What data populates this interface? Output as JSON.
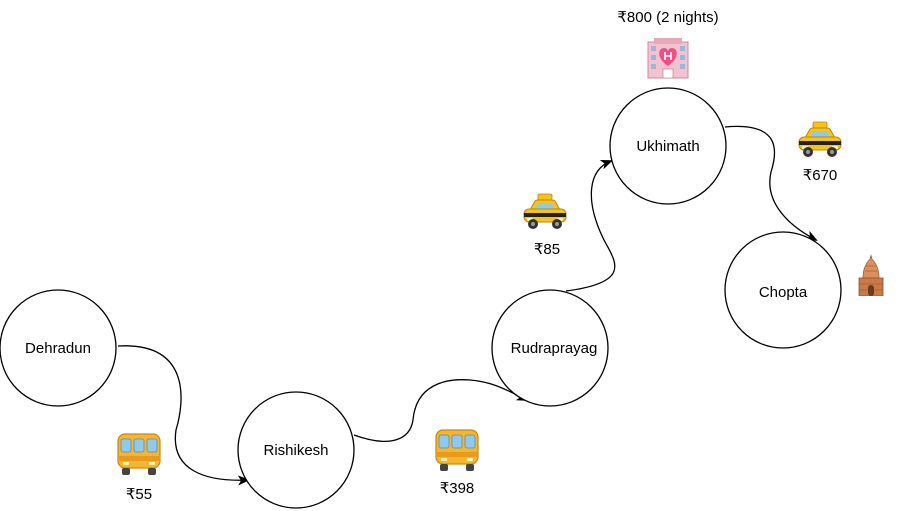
{
  "nodes": {
    "dehradun": "Dehradun",
    "rishikesh": "Rishikesh",
    "rudraprayag": "Rudraprayag",
    "ukhimath": "Ukhimath",
    "chopta": "Chopta"
  },
  "legs": {
    "dehradun_rishikesh": {
      "mode": "bus-icon",
      "price": "₹55"
    },
    "rishikesh_rudraprayag": {
      "mode": "bus-icon",
      "price": "₹398"
    },
    "rudraprayag_ukhimath": {
      "mode": "taxi-icon",
      "price": "₹85"
    },
    "ukhimath_chopta": {
      "mode": "taxi-icon",
      "price": "₹670"
    }
  },
  "stay": {
    "icon": "hotel-icon",
    "price": "₹800 (2 nights)"
  },
  "destination_icon": "temple-icon",
  "colors": {
    "stroke": "#000000",
    "bus_body": "#f5b52e",
    "bus_window": "#8ec9ee",
    "taxi_body": "#f7c21b",
    "hotel_body": "#f4c1cf",
    "hotel_heart": "#ef4f86",
    "temple": "#c87a48"
  }
}
